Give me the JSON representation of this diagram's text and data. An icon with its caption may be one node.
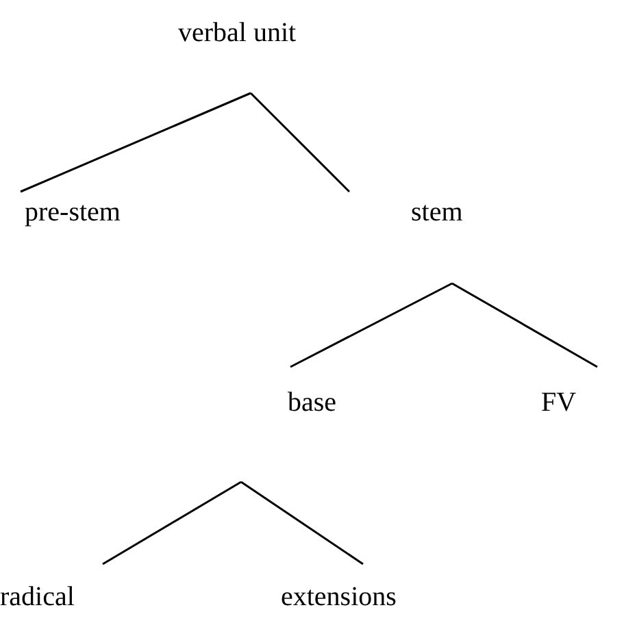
{
  "diagram": {
    "nodes": [
      {
        "text": [
          "verbal unit"
        ]
      },
      {
        "text": [
          "pre-stem"
        ]
      },
      {
        "text": [
          "stem"
        ]
      },
      {
        "text": [
          "base"
        ]
      },
      {
        "text": [
          "FV"
        ]
      },
      {
        "text": [
          "radical"
        ]
      },
      {
        "text": [
          "extensions"
        ]
      }
    ],
    "edges": [
      {
        "from": 0,
        "to": 1,
        "arrow": "none"
      },
      {
        "from": 0,
        "to": 2,
        "arrow": "none"
      },
      {
        "from": 2,
        "to": 3,
        "arrow": "none"
      },
      {
        "from": 2,
        "to": 4,
        "arrow": "none"
      },
      {
        "from": 3,
        "to": 5,
        "arrow": "none"
      },
      {
        "from": 3,
        "to": 6,
        "arrow": "none"
      }
    ]
  }
}
